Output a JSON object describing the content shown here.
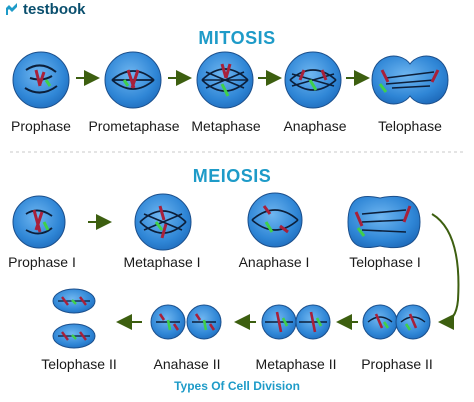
{
  "brand": {
    "name": "testbook"
  },
  "sections": {
    "mitosis": {
      "title": "MITOSIS",
      "stages": [
        "Prophase",
        "Prometaphase",
        "Metaphase",
        "Anaphase",
        "Telophase"
      ]
    },
    "meiosis": {
      "title": "MEIOSIS",
      "stages_1": [
        "Prophase I",
        "Metaphase I",
        "Anaphase I",
        "Telophase I"
      ],
      "stages_2": [
        "Prophase II",
        "Metaphase II",
        "Anahase II",
        "Telophase II"
      ]
    }
  },
  "caption": "Types Of Cell Division",
  "colors": {
    "cell_fill": "#2f86d6",
    "cell_stroke": "#1b4f8c",
    "chromosome_red": "#a8203a",
    "chromosome_green": "#3fd04a",
    "spindle": "#0c1f3a",
    "arrow": "#3d5f10",
    "heading": "#1e9bc8",
    "divider": "#c9c9c9"
  }
}
